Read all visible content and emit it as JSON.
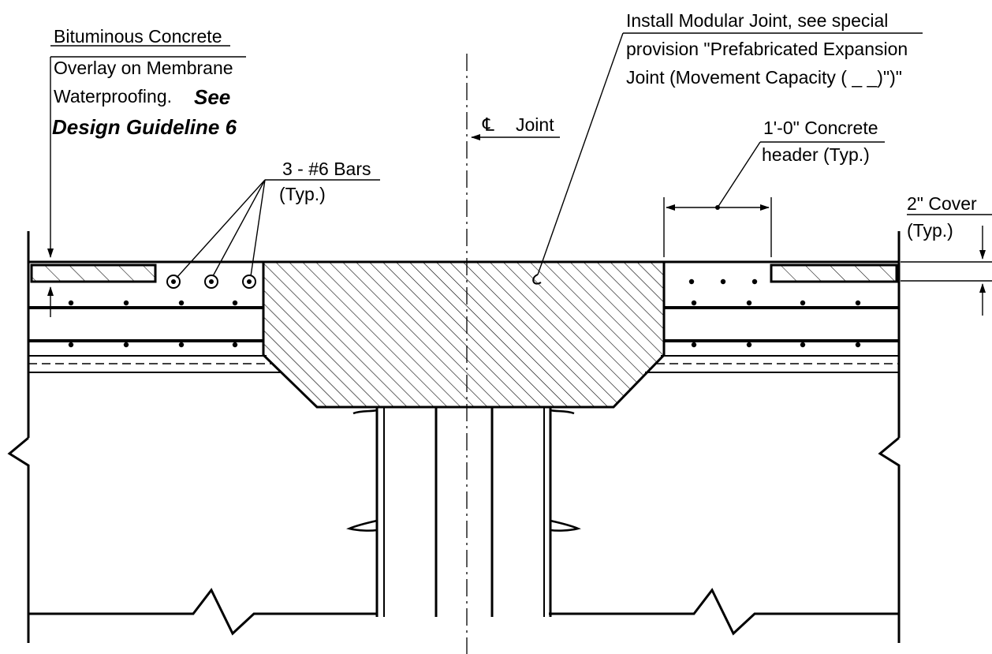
{
  "labels": {
    "overlay_line1": "Bituminous Concrete",
    "overlay_line2": "Overlay on Membrane",
    "overlay_line3": "Waterproofing.",
    "overlay_see": "See",
    "overlay_guideline": "Design Guideline 6",
    "bars_line1": "3 - #6 Bars",
    "bars_line2": "(Typ.)",
    "centerline_symbol": "℄",
    "centerline_text": "Joint",
    "joint_line1": "Install Modular Joint, see special",
    "joint_line2": "provision \"Prefabricated Expansion",
    "joint_line3": "Joint (Movement Capacity ( _ _)\")\"",
    "header_line1": "1'-0\" Concrete",
    "header_line2": "header (Typ.)",
    "cover_line1": "2\" Cover",
    "cover_line2": "(Typ.)"
  }
}
